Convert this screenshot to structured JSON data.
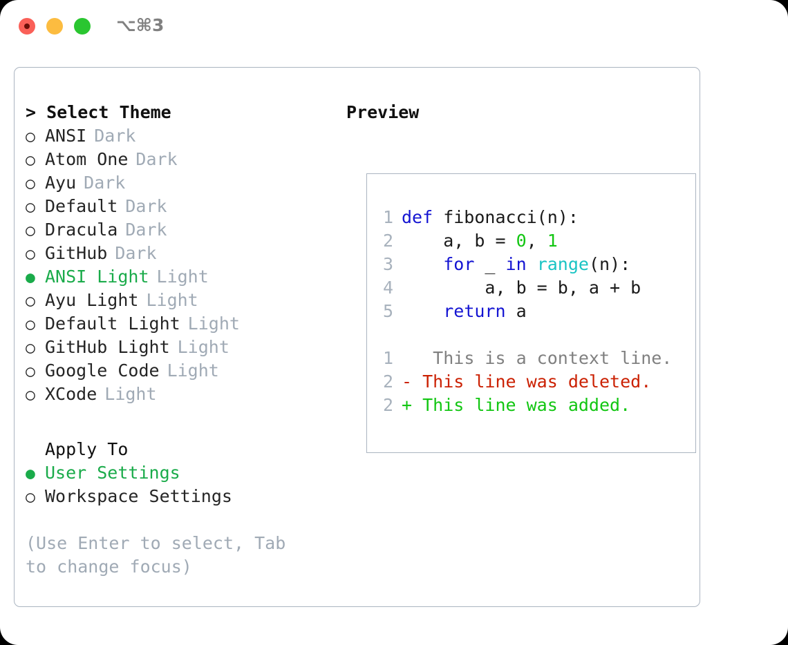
{
  "titlebar": {
    "shortcut": "⌥⌘3",
    "buttons": [
      {
        "name": "close",
        "color": "#fa6058"
      },
      {
        "name": "minimize",
        "color": "#fcbc40"
      },
      {
        "name": "zoom",
        "color": "#2ac630"
      }
    ]
  },
  "colors": {
    "selected_green": "#1aab4a",
    "muted": "#a0aab5",
    "keyword_blue": "#1414d2",
    "builtin_cyan": "#1ac4c4",
    "number_green": "#12c612",
    "diff_add": "#12c612",
    "diff_del": "#cb2103",
    "context_gray": "#808080",
    "border": "#aab4c0"
  },
  "theme_section": {
    "title": "> Select Theme",
    "marker_selected": "●",
    "marker_unselected": "○",
    "items": [
      {
        "name": "ANSI",
        "variant": "Dark",
        "selected": false
      },
      {
        "name": "Atom One",
        "variant": "Dark",
        "selected": false
      },
      {
        "name": "Ayu",
        "variant": "Dark",
        "selected": false
      },
      {
        "name": "Default",
        "variant": "Dark",
        "selected": false
      },
      {
        "name": "Dracula",
        "variant": "Dark",
        "selected": false
      },
      {
        "name": "GitHub",
        "variant": "Dark",
        "selected": false
      },
      {
        "name": "ANSI Light",
        "variant": "Light",
        "selected": true
      },
      {
        "name": "Ayu Light",
        "variant": "Light",
        "selected": false
      },
      {
        "name": "Default Light",
        "variant": "Light",
        "selected": false
      },
      {
        "name": "GitHub Light",
        "variant": "Light",
        "selected": false
      },
      {
        "name": "Google Code",
        "variant": "Light",
        "selected": false
      },
      {
        "name": "XCode",
        "variant": "Light",
        "selected": false
      }
    ]
  },
  "apply_section": {
    "title": "Apply To",
    "items": [
      {
        "name": "User Settings",
        "selected": true
      },
      {
        "name": "Workspace Settings",
        "selected": false
      }
    ]
  },
  "hint": "(Use Enter to select, Tab to change focus)",
  "preview": {
    "title": "Preview",
    "code_lines": [
      {
        "num": "1",
        "tokens": [
          {
            "t": "def",
            "c": "kw"
          },
          {
            "t": " fibonacci(n):",
            "c": "plain"
          }
        ]
      },
      {
        "num": "2",
        "tokens": [
          {
            "t": "    a, b = ",
            "c": "plain"
          },
          {
            "t": "0",
            "c": "num"
          },
          {
            "t": ", ",
            "c": "plain"
          },
          {
            "t": "1",
            "c": "num"
          }
        ]
      },
      {
        "num": "3",
        "tokens": [
          {
            "t": "    ",
            "c": "plain"
          },
          {
            "t": "for",
            "c": "kw"
          },
          {
            "t": " _ ",
            "c": "plain"
          },
          {
            "t": "in",
            "c": "kw"
          },
          {
            "t": " ",
            "c": "plain"
          },
          {
            "t": "range",
            "c": "fn"
          },
          {
            "t": "(n):",
            "c": "plain"
          }
        ]
      },
      {
        "num": "4",
        "tokens": [
          {
            "t": "        a, b = b, a + b",
            "c": "plain"
          }
        ]
      },
      {
        "num": "5",
        "tokens": [
          {
            "t": "    ",
            "c": "plain"
          },
          {
            "t": "return",
            "c": "kw"
          },
          {
            "t": " a",
            "c": "plain"
          }
        ]
      }
    ],
    "diff_lines": [
      {
        "num": "1",
        "marker": " ",
        "text": "  This is a context line.",
        "kind": "ctx"
      },
      {
        "num": "2",
        "marker": "-",
        "text": " This line was deleted.",
        "kind": "del"
      },
      {
        "num": "2",
        "marker": "+",
        "text": " This line was added.",
        "kind": "add"
      }
    ]
  }
}
